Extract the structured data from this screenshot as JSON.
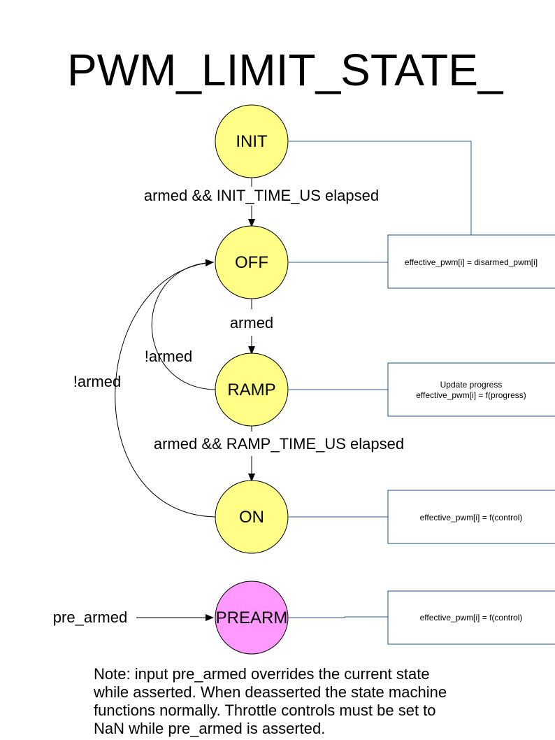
{
  "title": "PWM_LIMIT_STATE_",
  "colors": {
    "state_fill": "#ffff88",
    "prearm_fill": "#ff99ff",
    "connector": "#2a5b8c",
    "box_border": "#1f4f80"
  },
  "states": {
    "init": "INIT",
    "off": "OFF",
    "ramp": "RAMP",
    "on": "ON",
    "prearm": "PREARM"
  },
  "transitions": {
    "init_to_off": "armed && INIT_TIME_US elapsed",
    "off_to_ramp": "armed",
    "ramp_to_off": "!armed",
    "ramp_to_on": "armed && RAMP_TIME_US elapsed",
    "on_to_off": "!armed",
    "input_prearm": "pre_armed"
  },
  "actions": {
    "off": [
      "effective_pwm[i] = disarmed_pwm[i]"
    ],
    "ramp": [
      "Update progress",
      "effective_pwm[i] = f(progress)"
    ],
    "on": [
      "effective_pwm[i] = f(control)"
    ],
    "prearm": [
      "effective_pwm[i] = f(control)"
    ]
  },
  "note": [
    "Note: input pre_armed overrides the current state",
    "while asserted. When deasserted the state machine",
    "functions normally. Throttle controls must be set to",
    "NaN while pre_armed is asserted."
  ]
}
